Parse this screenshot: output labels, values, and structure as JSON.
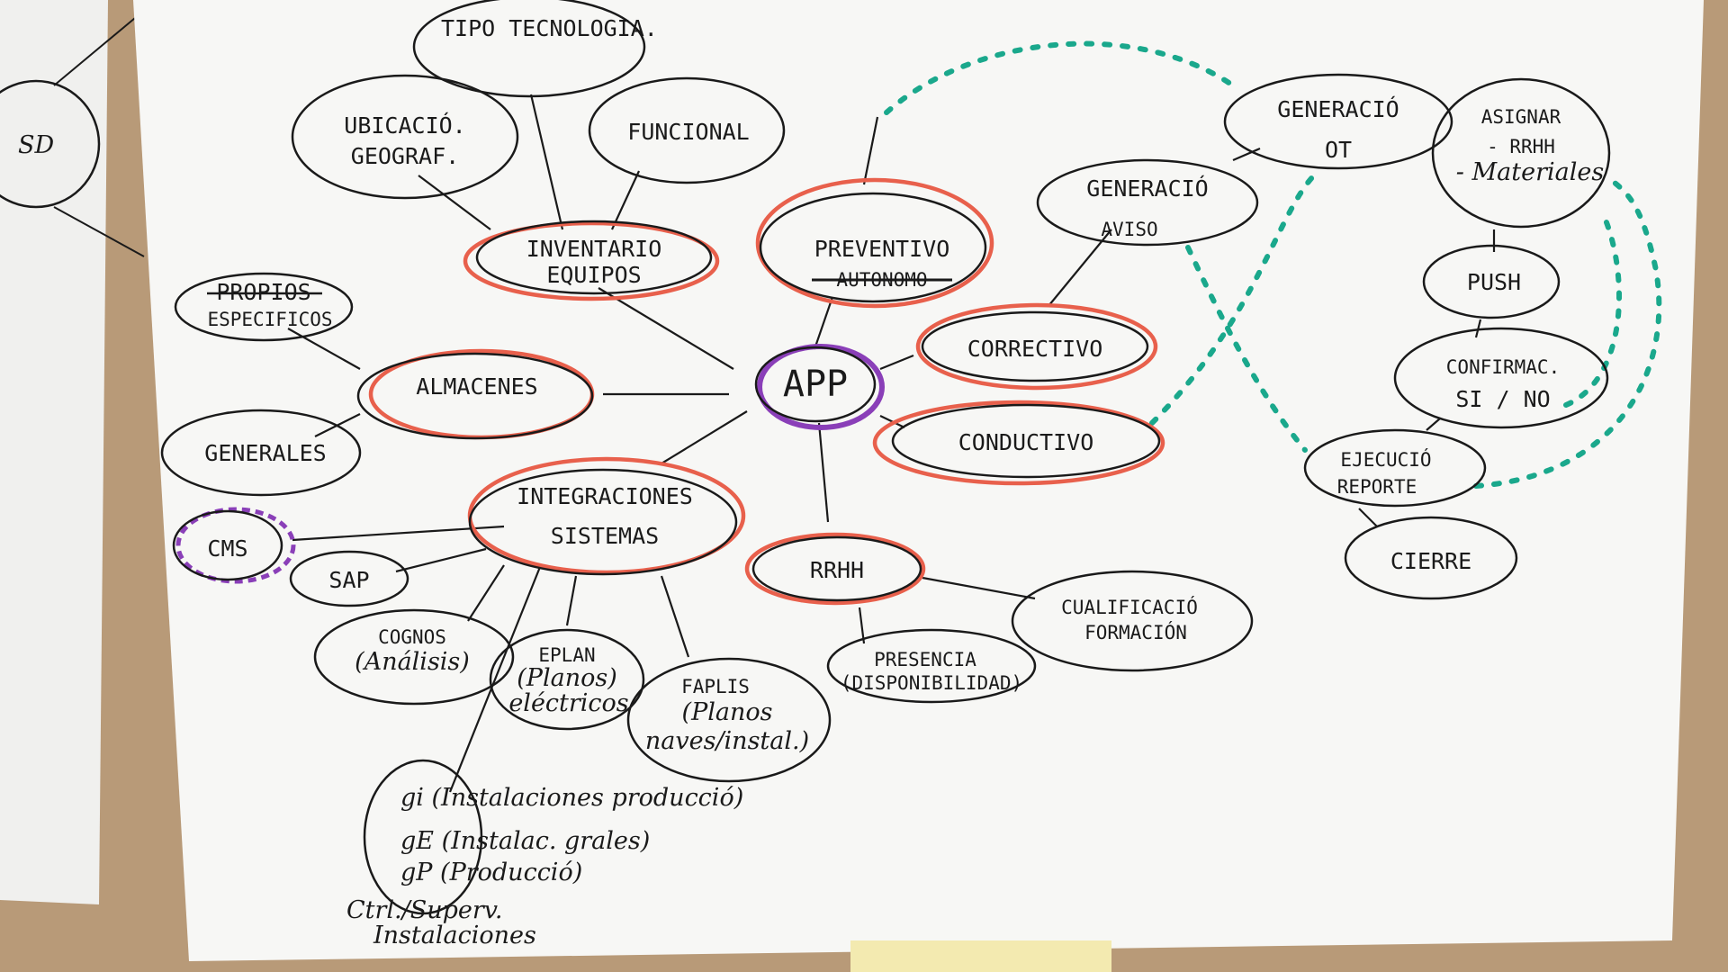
{
  "nodes": {
    "tipo_tecnologia": "TIPO TECNOLOGIA.",
    "ubicacion": [
      "UBICACIÓ.",
      "GEOGRAF."
    ],
    "funcional": "FUNCIONAL",
    "inventario": [
      "INVENTARIO",
      "EQUIPOS"
    ],
    "propios_struck": "PROPIOS",
    "especificos": "ESPECIFICOS",
    "almacenes": "ALMACENES",
    "generales": "GENERALES",
    "app": "APP",
    "preventivo": "PREVENTIVO",
    "preventivo_struck": "AUTONOMO",
    "generacion_aviso": [
      "GENERACIÓ",
      "AVISO"
    ],
    "correctivo": "CORRECTIVO",
    "conductivo": "CONDUCTIVO",
    "integraciones": [
      "INTEGRACIONES",
      "SISTEMAS"
    ],
    "cms": "CMS",
    "sap": "SAP",
    "rrhh": "RRHH",
    "cualificacion": [
      "CUALIFICACIÓ",
      "FORMACIÓN"
    ],
    "presencia": [
      "PRESENCIA",
      "(DISPONIBILIDAD)"
    ],
    "cognos": [
      "COGNOS",
      "(Análisis)"
    ],
    "eplan": [
      "EPLAN",
      "(Planos)",
      "eléctricos"
    ],
    "faplis": [
      "FAPLIS",
      "(Planos",
      "naves/instal.)"
    ],
    "gi_lines": [
      "gi (Instalaciones producció)",
      "gE (Instalac. grales)",
      "gP (Producció)"
    ],
    "ctrl": [
      "Ctrl./Superv.",
      "Instalaciones"
    ],
    "generacion_ot": [
      "GENERACIÓ",
      "OT"
    ],
    "asignar": [
      "ASIGNAR",
      "- RRHH",
      "- Materiales"
    ],
    "push": "PUSH",
    "confirmac": [
      "CONFIRMAC.",
      "SI / NO"
    ],
    "ejecucion": [
      "EJECUCIÓ",
      "REPORTE"
    ],
    "cierre": "CIERRE",
    "left_fragment": "SD"
  },
  "colors": {
    "ink": "#1a1a1a",
    "highlight_red": "#e8604c",
    "highlight_purple": "#8a3fb8",
    "teal_dots": "#1aa88c",
    "paper": "#f7f7f5",
    "cork": "#b89a78",
    "sticky": "#f3eab0"
  }
}
